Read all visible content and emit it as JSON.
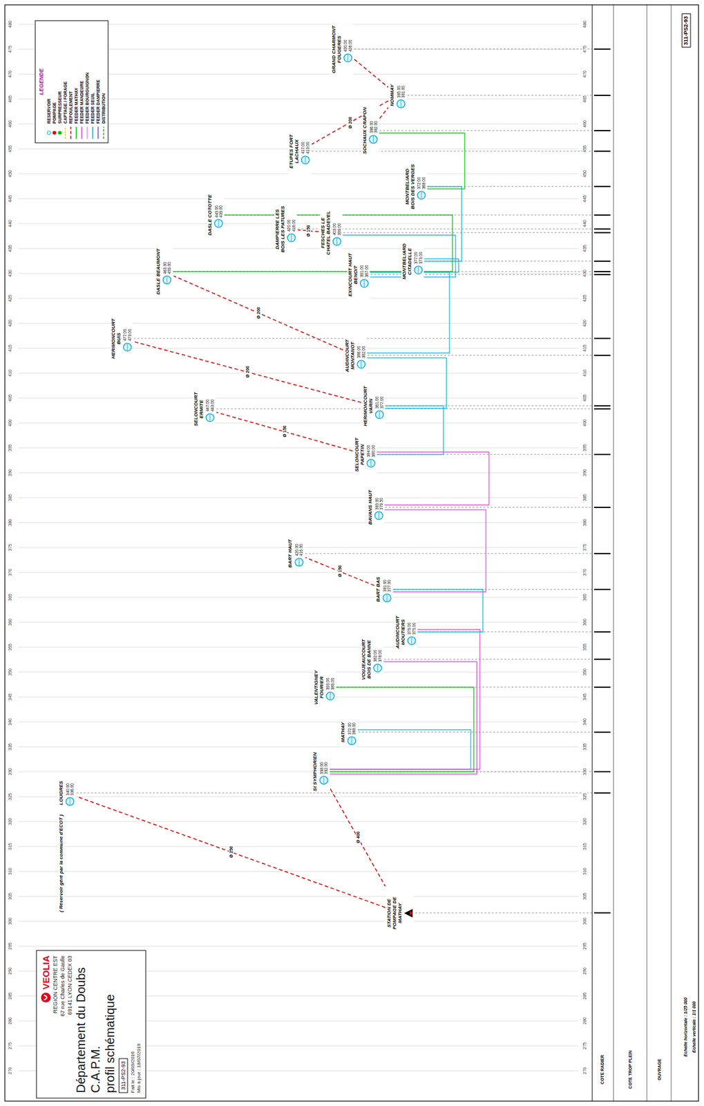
{
  "diagram": {
    "title": "Département du Doubs",
    "nodes": [
      {
        "text": [
          "LOUGRES",
          "340.00 336.00"
        ]
      },
      {
        "text": [
          "STATION DE POMPAGE DE MATHAY"
        ]
      },
      {
        "text": [
          "St SYMPHORIEN",
          "398.00 392.00"
        ]
      },
      {
        "text": [
          "MATHAY",
          "372.00 368.00"
        ]
      },
      {
        "text": [
          "VALENTIGNEY FOURIER",
          "393.00 389.00"
        ]
      },
      {
        "text": [
          "VOUJEAUCOURT BOIS DE BANNE",
          "382.00 378.00"
        ]
      },
      {
        "text": [
          "AUDINCOURT MOUTIERS",
          "379.00 375.00"
        ]
      },
      {
        "text": [
          "BART BAS",
          "381.00 377.00"
        ]
      },
      {
        "text": [
          "BART HAUT",
          "420.00 416.00"
        ]
      },
      {
        "text": [
          "BAVANS HAUT",
          "383.00 379.50"
        ]
      },
      {
        "text": [
          "SELONCOURT PAPETIN",
          "384.00 380.00"
        ]
      },
      {
        "text": [
          "SELONCOURT ERMITE",
          "447.00 443.00"
        ]
      },
      {
        "text": [
          "HERIMONCOURT BUIS",
          "477.00 473.00"
        ]
      },
      {
        "text": [
          "HERIMONCOURT VARIN",
          "381.00 377.00"
        ]
      },
      {
        "text": [
          "AUDINCOURT MONTANOT",
          "386.00 382.00"
        ]
      },
      {
        "text": [
          "DASLE BEAUMONT",
          "463.00 459.00"
        ]
      },
      {
        "text": [
          "DASLE COTOTTE",
          "443.00 439.00"
        ]
      },
      {
        "text": [
          "EXINCOURT HAUT BENOIT",
          "391.00 387.00"
        ]
      },
      {
        "text": [
          "DAMPIERRE LES BOIS LES PATURES",
          "420.00 416.00"
        ]
      },
      {
        "text": [
          "FESCHES LE CHATEL BADEVEL",
          "403.00 399.00"
        ]
      },
      {
        "text": [
          "MONTBELIARD CITADELLE",
          "377.00 373.00"
        ]
      },
      {
        "text": [
          "ETUPES FORT LACHAUX",
          "417.00 413.00"
        ]
      },
      {
        "text": [
          "MONTBELIARD BOIS DES VERGES",
          "372.00 368.00"
        ]
      },
      {
        "text": [
          "SOCHAUX CRAPON",
          "386.00 382.00"
        ]
      },
      {
        "text": [
          "NOMMAY",
          "385.00 381.00"
        ]
      },
      {
        "text": [
          "GRAND CHARMONT FOUGERES",
          "430.00 426.00"
        ]
      }
    ],
    "edges": [
      {
        "from": 1,
        "to": 0,
        "arrow": "none",
        "label": "Ø 250"
      },
      {
        "from": 2,
        "to": 1,
        "arrow": "none",
        "label": "Ø 400"
      },
      {
        "from": 7,
        "to": 8,
        "arrow": "none",
        "label": "Ø 150"
      },
      {
        "from": 13,
        "to": 12,
        "arrow": "none",
        "label": "Ø 200"
      },
      {
        "from": 10,
        "to": 11,
        "arrow": "none",
        "label": "Ø 150"
      },
      {
        "from": 14,
        "to": 15,
        "arrow": "none",
        "label": "Ø 200"
      },
      {
        "from": 19,
        "to": 18,
        "arrow": "none",
        "label": "Ø 150"
      },
      {
        "from": 24,
        "to": 21,
        "arrow": "none",
        "label": "Ø 200"
      },
      {
        "from": 25,
        "to": 24,
        "arrow": "none"
      },
      {
        "from": 2,
        "to": 3,
        "arrow": "none"
      },
      {
        "from": 2,
        "to": 4,
        "arrow": "none"
      },
      {
        "from": 2,
        "to": 5,
        "arrow": "none"
      },
      {
        "from": 2,
        "to": 6,
        "arrow": "none"
      },
      {
        "from": 6,
        "to": 7,
        "arrow": "none"
      },
      {
        "from": 7,
        "to": 9,
        "arrow": "none"
      },
      {
        "from": 9,
        "to": 10,
        "arrow": "none"
      },
      {
        "from": 10,
        "to": 13,
        "arrow": "none"
      },
      {
        "from": 13,
        "to": 14,
        "arrow": "none"
      },
      {
        "from": 14,
        "to": 17,
        "arrow": "none"
      },
      {
        "from": 16,
        "to": 15,
        "arrow": "none"
      },
      {
        "from": 17,
        "to": 19,
        "arrow": "none"
      },
      {
        "from": 17,
        "to": 20,
        "arrow": "none"
      },
      {
        "from": 20,
        "to": 22,
        "arrow": "none"
      },
      {
        "from": 22,
        "to": 23,
        "arrow": "none"
      },
      {
        "from": 23,
        "to": 24,
        "arrow": "none"
      }
    ],
    "labels": [
      "VEOLIA",
      "REGION CENTRE EST",
      "67 rue Charles de Gaulle",
      "69141 LYON CEDEX 03",
      "C.A.P.M.",
      "profil schématique",
      "311-PS2-93",
      "Fait le : 20/09/2016",
      "Mis à jour : 18/07/2019",
      "( Réservoir géré par la commune d'ECOT )",
      "311-PS2-93",
      "Echelle horizontale : 1/25 000",
      "Echelle verticale : 1/1 000",
      "COTE RADIER",
      "COTE TROP PLEIN",
      "OUVRAGE",
      "LEGENDE",
      "480",
      "475",
      "470",
      "465",
      "460",
      "455",
      "450",
      "445",
      "440",
      "435",
      "430",
      "425",
      "420",
      "415",
      "410",
      "405",
      "400",
      "395",
      "390",
      "385",
      "380",
      "375",
      "370",
      "365",
      "360",
      "355",
      "350",
      "345",
      "340",
      "335",
      "330",
      "325",
      "320",
      "315",
      "310",
      "305",
      "300",
      "295",
      "290",
      "285",
      "280",
      "275",
      "270",
      "480",
      "475",
      "470",
      "465",
      "460",
      "455",
      "450",
      "445",
      "440",
      "435",
      "430",
      "425",
      "420",
      "415",
      "410",
      "405",
      "400",
      "395",
      "390",
      "385",
      "380",
      "375",
      "370",
      "365",
      "360",
      "355",
      "350",
      "345",
      "340",
      "335",
      "330",
      "325",
      "320",
      "315",
      "310",
      "305",
      "300",
      "295",
      "290",
      "285",
      "280",
      "275",
      "270"
    ],
    "legend": [
      {
        "text": "RESERVOIR"
      },
      {
        "text": "POMPAGE",
        "color": "#e00000"
      },
      {
        "text": "SURPRESSEUR",
        "color": "#00c000"
      },
      {
        "text": "CAPTAGE / FORAGE"
      },
      {
        "text": "REFOULEMENT"
      },
      {
        "text": "FEEDER MATHAY"
      },
      {
        "text": "FEEDER MANDEURE"
      },
      {
        "text": "FEEDER BOURGUIGNON"
      },
      {
        "text": "FEEDER SEUIL"
      },
      {
        "text": "FEEDER DAMPIERRE"
      },
      {
        "text": "DISTRIBUTION"
      }
    ]
  }
}
